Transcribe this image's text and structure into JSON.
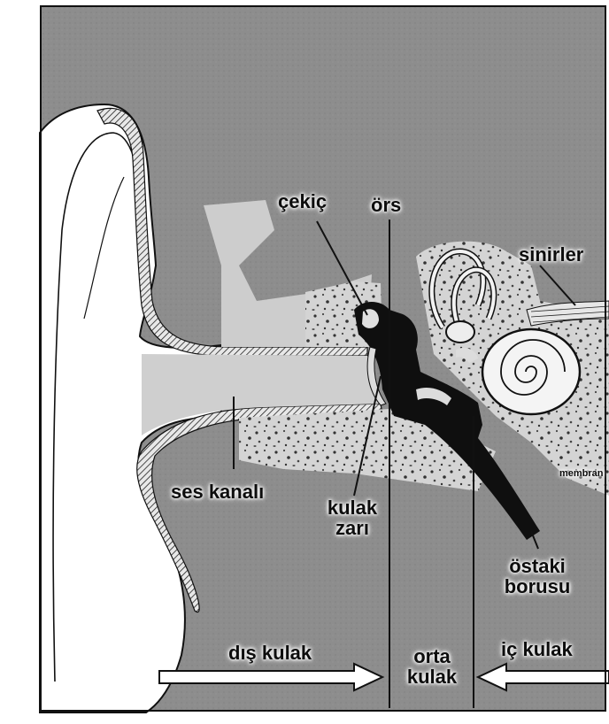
{
  "labels": {
    "cekic": "çekiç",
    "ors": "örs",
    "sinirler": "sinirler",
    "ses_kanali": "ses kanalı",
    "membran": "membran",
    "kulak_zari_1": "kulak",
    "kulak_zari_2": "zarı",
    "ostaki_1": "östaki",
    "ostaki_2": "borusu",
    "dis_kulak": "dış kulak",
    "orta_kulak_1": "orta",
    "orta_kulak_2": "kulak",
    "ic_kulak": "iç kulak"
  },
  "colors": {
    "background": "#8f8f8f",
    "ear_fill": "#ffffff",
    "canal_fill": "#c8c8c8",
    "bone_fill": "#d2d2d2",
    "ossicle_fill": "#111111",
    "line": "#111111"
  }
}
